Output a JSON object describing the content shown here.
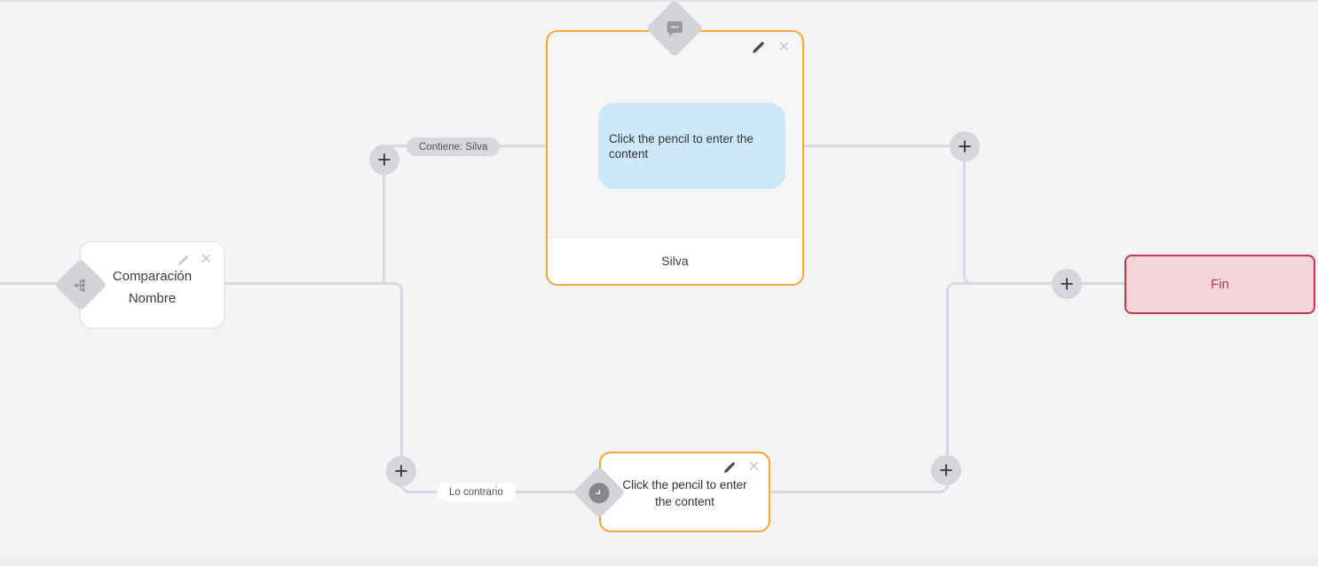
{
  "canvas": {
    "background": "#f3f4f6",
    "connector_color": "#d8d9dd"
  },
  "edge_labels": {
    "match": "Contiene: Silva",
    "otherwise": "Lo contrario"
  },
  "controls": {
    "add": "+",
    "close": "✕"
  },
  "nodes": {
    "condition": {
      "title": "Comparación Nombre",
      "type_icon": "hierarchy-icon"
    },
    "message": {
      "placeholder": "Click the pencil to enter the content",
      "footer": "Silva",
      "type_icon": "chat-bubble-icon",
      "accent": "#f7a436",
      "bubble_color": "#cde8f6"
    },
    "fallback": {
      "placeholder": "Click the pencil to enter the content",
      "type_icon": "clock-icon",
      "accent": "#f7a436"
    },
    "end": {
      "label": "Fin",
      "background": "#f5d4da",
      "accent": "#bf3952"
    }
  }
}
